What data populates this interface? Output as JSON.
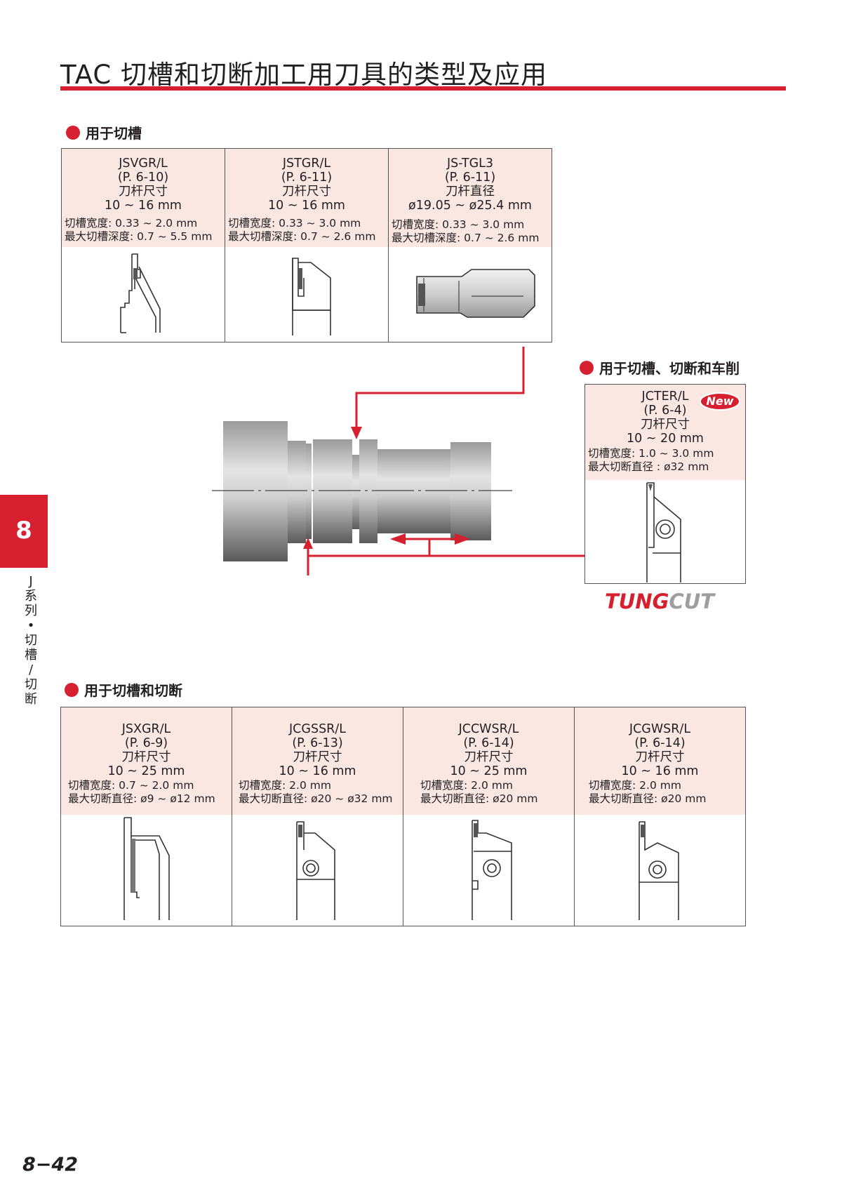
{
  "page": {
    "title": "TAC 切槽和切断加工用刀具的类型及应用",
    "page_number": "8−42",
    "chapter_number": "8",
    "chapter_label_chars": [
      "J",
      "系",
      "列",
      "•",
      "切",
      "槽",
      "/",
      "切",
      "断"
    ],
    "accent_color": "#d6202f"
  },
  "sections": {
    "grooving": "用于切槽",
    "grooving_parting_turning": "用于切槽、切断和车削",
    "grooving_parting": "用于切槽和切断"
  },
  "grooving_tools": [
    {
      "model": "JSVGR/L",
      "page": "(P. 6-10)",
      "size_label": "刀杆尺寸",
      "size": "10 ~ 16 mm",
      "spec1": "切槽宽度: 0.33 ~ 2.0 mm",
      "spec2": "最大切槽深度: 0.7 ~ 5.5 mm"
    },
    {
      "model": "JSTGR/L",
      "page": "(P. 6-11)",
      "size_label": "刀杆尺寸",
      "size": "10 ~ 16 mm",
      "spec1": "切槽宽度: 0.33 ~ 3.0 mm",
      "spec2": "最大切槽深度: 0.7 ~ 2.6 mm"
    },
    {
      "model": "JS-TGL3",
      "page": "(P. 6-11)",
      "size_label": "刀杆直径",
      "size": "ø19.05 ~ ø25.4 mm",
      "spec1": "切槽宽度: 0.33 ~ 3.0 mm",
      "spec2": "最大切槽深度: 0.7 ~ 2.6 mm"
    }
  ],
  "turning_tool": {
    "model": "JCTER/L",
    "page": "(P. 6-4)",
    "size_label": "刀杆尺寸",
    "size": "10 ~ 20 mm",
    "spec1": "切槽宽度: 1.0 ~ 3.0 mm",
    "spec2": "最大切断直径 : ø32 mm",
    "badge": "New"
  },
  "brand": {
    "part1": "TUNG",
    "part2": "CUT"
  },
  "parting_tools": [
    {
      "model": "JSXGR/L",
      "page": "(P. 6-9)",
      "size_label": "刀杆尺寸",
      "size": "10 ~ 25 mm",
      "spec1": "切槽宽度: 0.7 ~ 2.0 mm",
      "spec2": "最大切断直径: ø9 ~ ø12 mm"
    },
    {
      "model": "JCGSSR/L",
      "page": "(P. 6-13)",
      "size_label": "刀杆尺寸",
      "size": "10 ~ 16 mm",
      "spec1": "切槽宽度: 2.0 mm",
      "spec2": "最大切断直径: ø20 ~ ø32 mm"
    },
    {
      "model": "JCCWSR/L",
      "page": "(P. 6-14)",
      "size_label": "刀杆尺寸",
      "size": "10 ~ 25 mm",
      "spec1": "切槽宽度: 2.0 mm",
      "spec2": "最大切断直径: ø20 mm"
    },
    {
      "model": "JCGWSR/L",
      "page": "(P. 6-14)",
      "size_label": "刀杆尺寸",
      "size": "10 ~ 16 mm",
      "spec1": "切槽宽度: 2.0 mm",
      "spec2": "最大切断直径: ø20 mm"
    }
  ]
}
